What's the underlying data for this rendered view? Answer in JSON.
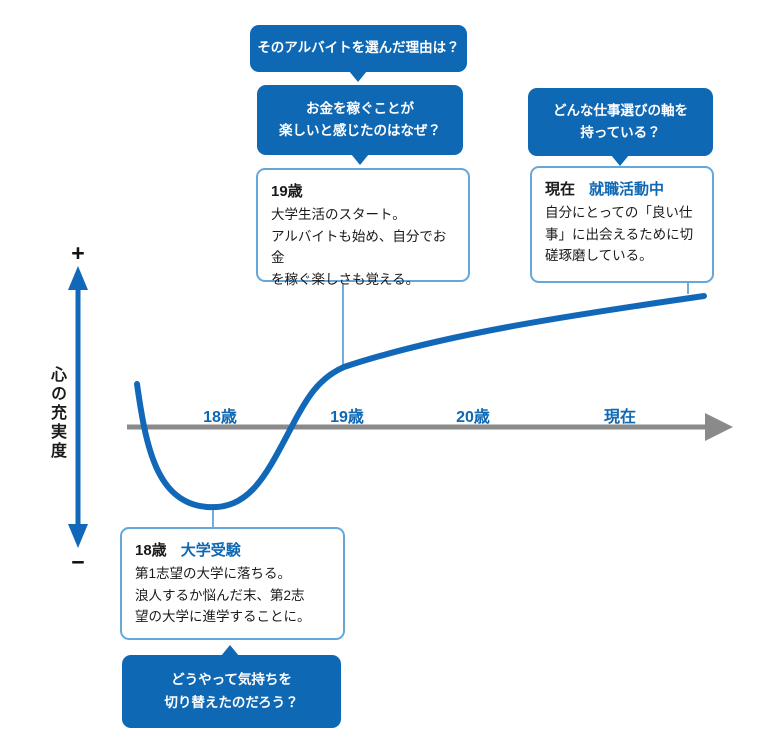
{
  "colors": {
    "bubble_blue": "#0f68b4",
    "accent_blue": "#0f68b4",
    "curve_blue": "#1268b8",
    "box_border_blue": "#66a7da",
    "connector_blue": "#6fafdf",
    "axis_gray": "#8a8a8a",
    "text_dark": "#1a1a1a"
  },
  "y_axis": {
    "label": "心の充実度",
    "plus": "+",
    "minus": "−"
  },
  "x_axis": {
    "ticks": [
      "18歳",
      "19歳",
      "20歳",
      "現在"
    ]
  },
  "bubbles": {
    "q1": [
      "そのアルバイトを選んだ理由は？"
    ],
    "q2": [
      "お金を稼ぐことが",
      "楽しいと感じたのはなぜ？"
    ],
    "q3": [
      "どんな仕事選びの軸を",
      "持っている？"
    ],
    "q4": [
      "どうやって気持ちを",
      "切り替えたのだろう？"
    ]
  },
  "boxes": {
    "age19": {
      "age": "19歳",
      "tag": "",
      "body": [
        "大学生活のスタート。",
        "アルバイトも始め、自分でお金",
        "を稼ぐ楽しさも覚える。"
      ]
    },
    "now": {
      "age": "現在",
      "tag": "就職活動中",
      "body": [
        "自分にとっての「良い仕",
        "事」に出会えるために切",
        "磋琢磨している。"
      ]
    },
    "age18": {
      "age": "18歳",
      "tag": "大学受験",
      "body": [
        "第1志望の大学に落ちる。",
        "浪人するか悩んだ末、第2志",
        "望の大学に進学することに。"
      ]
    }
  }
}
